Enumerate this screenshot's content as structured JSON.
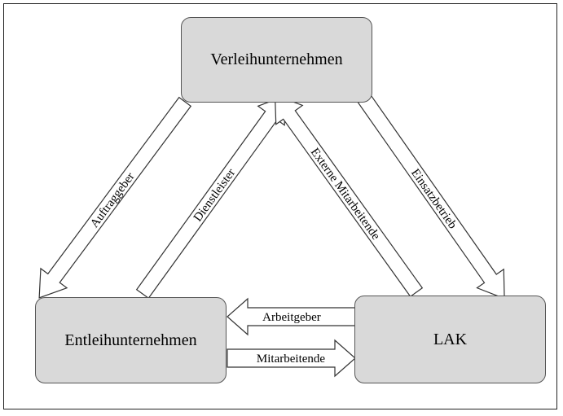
{
  "nodes": {
    "verleih": "Verleihunternehmen",
    "entleih": "Entleihunternehmen",
    "lak": "LAK"
  },
  "edges": {
    "auftraggeber": "Auftraggeber",
    "dienstleister": "Dienstleister",
    "externe_mitarbeitende": "Externe Mitarbeitende",
    "einsatzbetrieb": "Einsatzbetrieb",
    "arbeitgeber": "Arbeitgeber",
    "mitarbeitende": "Mitarbeitende"
  }
}
